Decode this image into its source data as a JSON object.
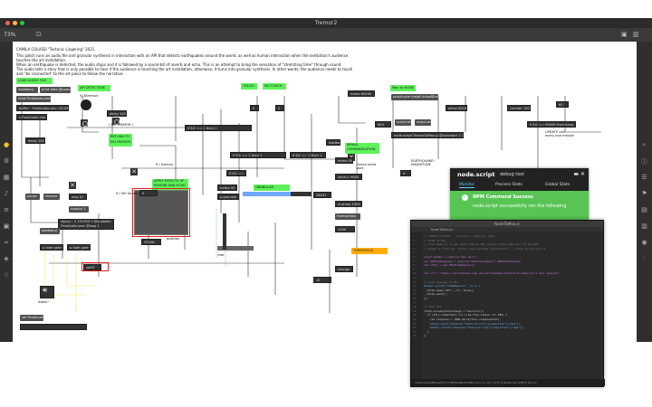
{
  "window": {
    "title": "Tremor2",
    "zoom": "73%"
  },
  "comment": {
    "header": "CAMILA COLUSSI \"Tectonic Lingering\" 2021",
    "lines": [
      "This patch runs an audio file and granular synthesis in interaction with an API that detects earthquakes around the world, as well as human interaction when the exhibition's audience touches the art installation.",
      "When an earthquake is detected, the audio stops and it is followed by a sound-bit of reverb and echo. This is an attempt to bring the sensation of \"stretching time\" through sound.",
      "The audio tells a story that is only possible to hear if the audience is touching the art installation, otherwise, it turns into granular synthesis. In other words, the audience needs to touch and \"be connected\" to the art piece to follow the narrative."
    ]
  },
  "patch": {
    "load_audio": "LOAD AUDIO FILE",
    "api_detection": "API DETECTION",
    "touch": "TOUCH",
    "no_touch": "NO TOUCH",
    "max_to_node": "Max to NODE",
    "return_no_tremor": "RETURN TO NO-TREMOR",
    "apply_effects": "APPLY EFFECTS OF REVERB AND ECHO",
    "granular": "GRANULAR",
    "serial_comm": "SERIAL COMMUNICATION",
    "threshold": "THRESHOLD",
    "loadbang": "loadbang",
    "print_data": "print data @popup 1",
    "read_audio": "read FinalAudio.wav",
    "buffer": "buffer~ FinalAudio.wav 191999",
    "finalaudio": "s FinalAudio.info",
    "if_tremor": "if ($tremor)",
    "delay_10000": "delay 10000",
    "no_tremor": "( NO TREMOR )",
    "if_no_tremor": "if ( NO tremor)",
    "if_tremor2": "if ( tremor)",
    "delay_1000": "delay 1000",
    "pause": "pause",
    "resume": "resume",
    "loop": "loop $1",
    "sfplay": "sfplay~ 2 191999 1 @audiofile FinalAudio.wav @loop 1",
    "fade_gate": "p fade gate~",
    "fade_gate2": "p fade gate~",
    "yafr": "yafr2",
    "ezdac": "ezdac~",
    "set_final": "set FinalAudio",
    "position": "position",
    "rate": "rate",
    "sustain": "sustain 1",
    "num_29208": "29208.",
    "metro": "metro 50",
    "p_granular": "p granular",
    "num_28037": "28037",
    "serial": "serial c 9600",
    "zl_group": "zl group 1000",
    "fromsymbol": "fromsymbol",
    "change": "change",
    "check_serial": "check serial port",
    "script_npm": "script npm install axios@request",
    "script_start": "script start",
    "script_stop": "script stop",
    "node_script": "node.script TremorToMax.js @autostart 1 @watch 1",
    "earthquake": "EARTHQUAKE! MAGNITUDE",
    "metro_60000": "metro 60000",
    "delay_6000": "delay 6000",
    "counter": "counter 1000",
    "update_note": "UPDATE call every one minute",
    "expr1": "if $i1 == 1 then 1",
    "expr2": "if $i1 <= 60000 then bang",
    "zero": "0",
    "one": "1",
    "ten": "10",
    "num_1000": "1000",
    "num_300": "300",
    "num_600": "600",
    "num_60": "60",
    "num_200": "200"
  },
  "debug": {
    "title": "node.script",
    "subtitle": "debug tool",
    "tabs": [
      "Monitor",
      "Process Stats",
      "Global Stats"
    ],
    "active_tab": "Monitor",
    "message_title": "NPM Command Success",
    "message_body": "node.script successfully ran the following",
    "color_success": "#57c454"
  },
  "editor": {
    "window_title": "NodeToMax.js",
    "tab": "NodeToMax.js",
    "code_lines": [
      "// CAMILA COLUSSI - \"Tectonic Lingering\" 2021",
      "// Node to Max",
      "// Uses Node.js to get data from an API (https://www.usgs.gov) to Max/MSP",
      "// Based on tutorial (https://www.youtube.com/watch?v=...) made by Cycling 74",
      "",
      "const maxApi = require(\"max-api\");",
      "var XMLHttpRequest = require(\"xmlhttprequest\").XMLHttpRequest;",
      "let xhttp = new XMLHttpRequest();",
      "",
      "let url = \"https://earthquake.usgs.gov/earthquakes/feed/v1.0/summary/2.5_hour.geojson\";",
      "",
      "// send message to Max",
      "maxApi.outlet(\"nodeRequest\", 1) => {",
      "  xhttp.open(\"GET\", url, false);",
      "  xhttp.send();",
      "});",
      "",
      "// send API",
      "xhttp.onreadystatechange = function(){",
      "  if (this.readyState === 4 && this.status === 200) {",
      "    let response = JSON.parse(this.responseText);",
      "    maxApi.post(response[\"features\"][0][\"properties\"][\"mag\"]);",
      "    maxApi.outlet(response[\"features\"][0][\"properties\"][\"mag\"]);",
      "  }",
      "};"
    ],
    "status": "/Volumes/CAMILLA/TremorToMax/NodeToMax.js    Ln 1, Col 1    UTF-8    JavaScript    GitHub    Git (0)"
  }
}
